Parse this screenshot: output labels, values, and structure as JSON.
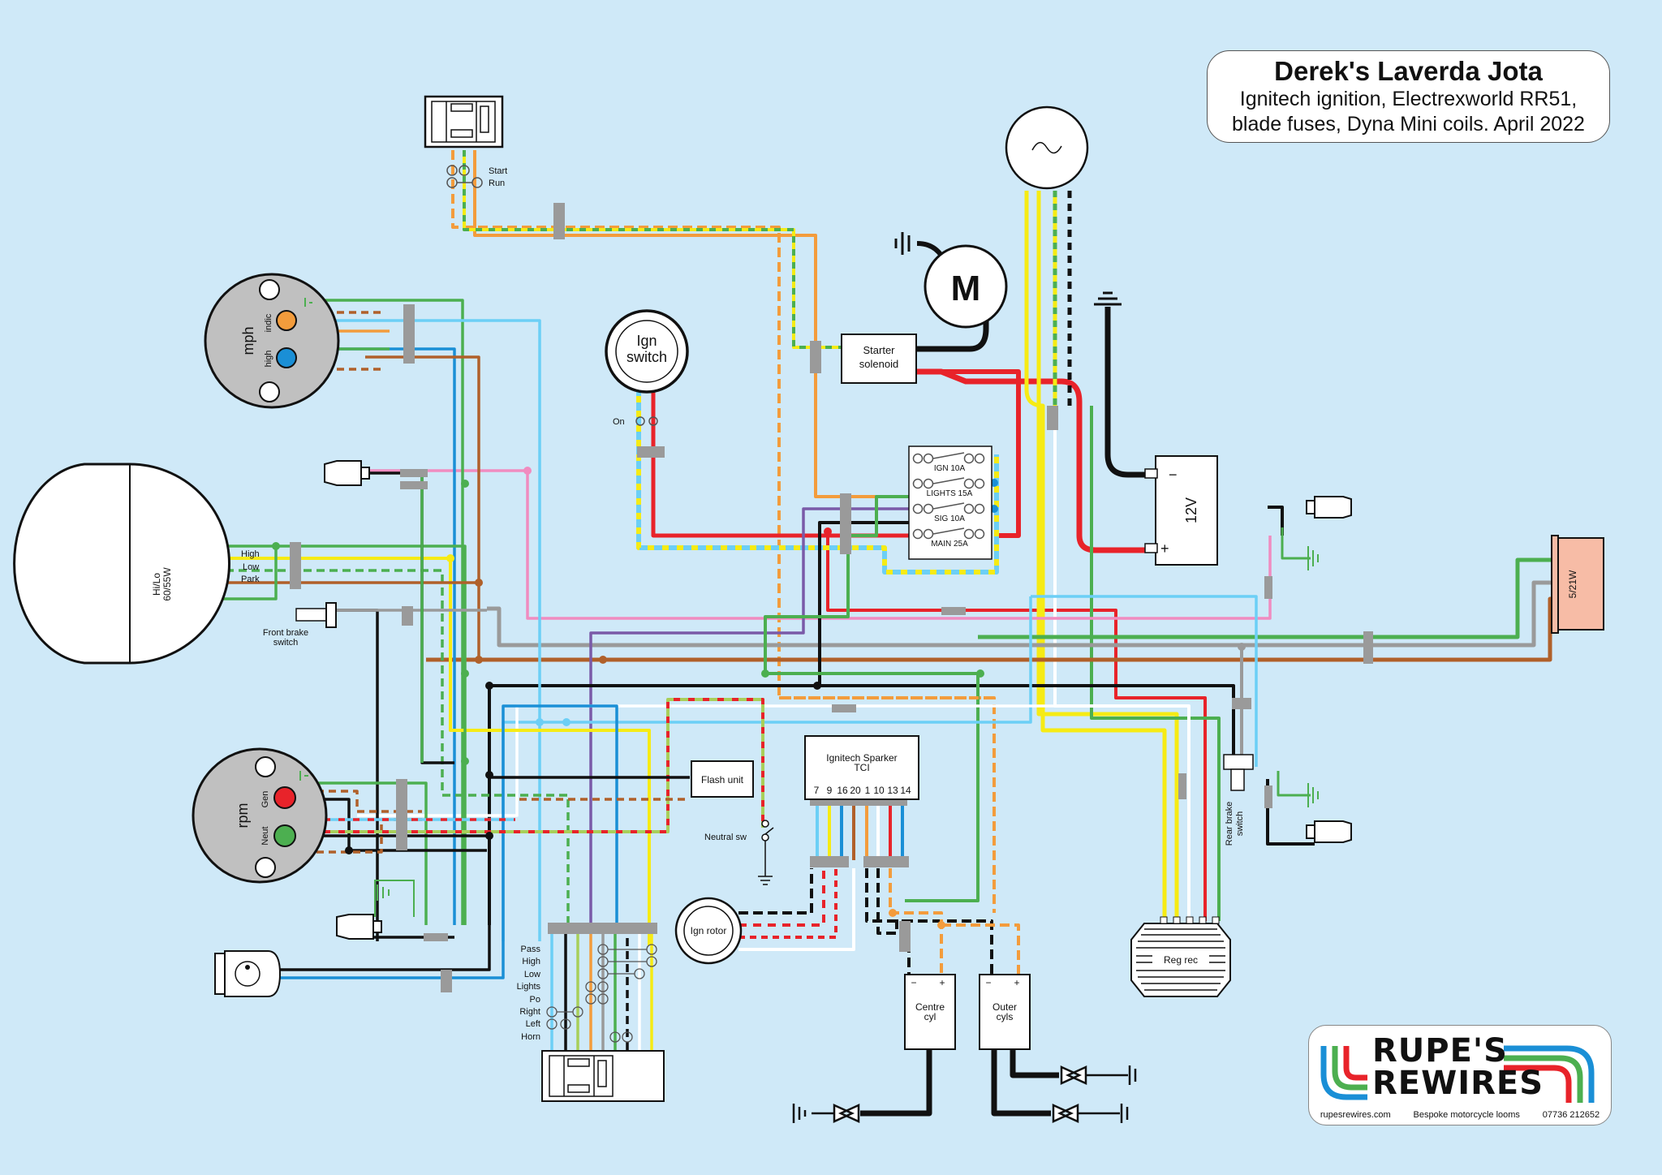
{
  "title": {
    "main": "Derek's Laverda Jota",
    "line1": "Ignitech ignition, Electrexworld RR51,",
    "line2": "blade fuses, Dyna Mini coils. April 2022"
  },
  "components": {
    "start_switch": {
      "start": "Start",
      "run": "Run"
    },
    "speedo": {
      "label": "mph",
      "indic": "indic",
      "high": "high"
    },
    "tacho": {
      "label": "rpm",
      "gen": "Gen",
      "neut": "Neut"
    },
    "headlight": {
      "label1": "Hi/Lo",
      "label2": "60/55W",
      "high": "High",
      "low": "Low",
      "park": "Park"
    },
    "front_brake": {
      "line1": "Front brake",
      "line2": "switch"
    },
    "ign_switch": {
      "line1": "Ign",
      "line2": "switch",
      "on": "On"
    },
    "motor": {
      "label": "M"
    },
    "starter_solenoid": {
      "line1": "Starter",
      "line2": "solenoid"
    },
    "fuses": [
      {
        "label": "IGN 10A"
      },
      {
        "label": "LIGHTS 15A"
      },
      {
        "label": "SIG 10A"
      },
      {
        "label": "MAIN 25A"
      }
    ],
    "battery": {
      "label": "12V",
      "neg": "−",
      "pos": "+"
    },
    "tail_light": {
      "label": "5/21W"
    },
    "rear_brake": {
      "line1": "Rear brake",
      "line2": "switch"
    },
    "reg_rec": {
      "label": "Reg rec"
    },
    "flash_unit": {
      "label": "Flash unit"
    },
    "neutral_sw": {
      "label": "Neutral sw"
    },
    "tci": {
      "line1": "Ignitech Sparker",
      "line2": "TCI",
      "pins": [
        "7",
        "9",
        "16",
        "20",
        "1",
        "10",
        "13",
        "14"
      ]
    },
    "ign_rotor": {
      "label": "Ign rotor"
    },
    "coil_centre": {
      "line1": "Centre",
      "line2": "cyl",
      "neg": "−",
      "pos": "+"
    },
    "coil_outer": {
      "line1": "Outer",
      "line2": "cyls",
      "neg": "−",
      "pos": "+"
    },
    "left_switch": {
      "rows": [
        "Pass",
        "High",
        "Low",
        "Lights",
        "Po",
        "Right",
        "Left",
        "Horn"
      ]
    }
  },
  "logo": {
    "word1": "RUPE'S",
    "word2": "REWIRES",
    "website": "rupesrewires.com",
    "tagline": "Bespoke motorcycle looms",
    "phone": "07736 212652"
  },
  "colors": {
    "background": "#cfe9f8",
    "red": "#e8232a",
    "black": "#111111",
    "yellow": "#f6eb14",
    "green": "#4caf50",
    "blue": "#1a8fd6",
    "light_blue": "#6ccff6",
    "brown": "#b0602a",
    "orange": "#f39c3c",
    "grey": "#9a9a9a",
    "pink": "#f08cc0",
    "purple": "#7a5aa8",
    "white": "#ffffff",
    "lime": "#a8cf5a",
    "salmon": "#f7bca6"
  }
}
